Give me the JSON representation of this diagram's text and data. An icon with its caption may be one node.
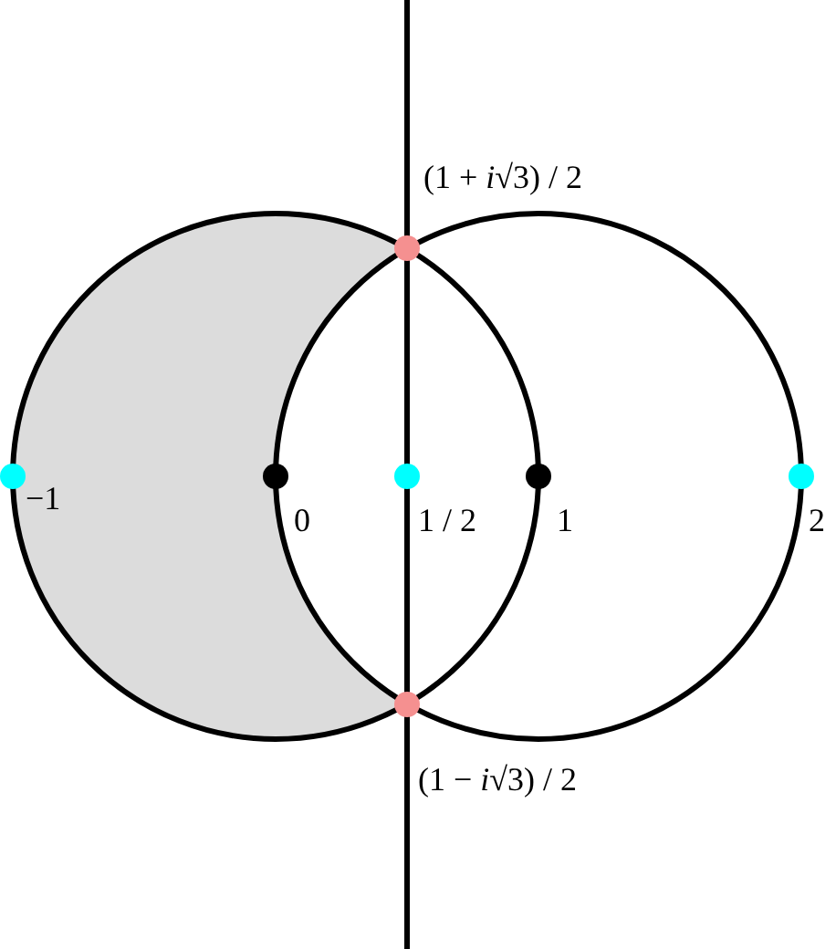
{
  "diagram": {
    "nodes": [
      {
        "text": [],
        "shape": "circle",
        "beside": [
          "(1 + *i*√3) / 2"
        ]
      },
      {
        "text": [],
        "shape": "circle",
        "beside": [
          "−1"
        ]
      },
      {
        "text": [],
        "shape": "circle",
        "beside": [
          "0"
        ]
      },
      {
        "text": [],
        "shape": "circle",
        "beside": [
          "1 / 2"
        ]
      },
      {
        "text": [],
        "shape": "circle",
        "beside": [
          "1"
        ]
      },
      {
        "text": [],
        "shape": "circle",
        "beside": [
          "2"
        ]
      },
      {
        "text": [],
        "shape": "circle",
        "beside": [
          "(1 − *i*√3) / 2"
        ]
      }
    ]
  }
}
